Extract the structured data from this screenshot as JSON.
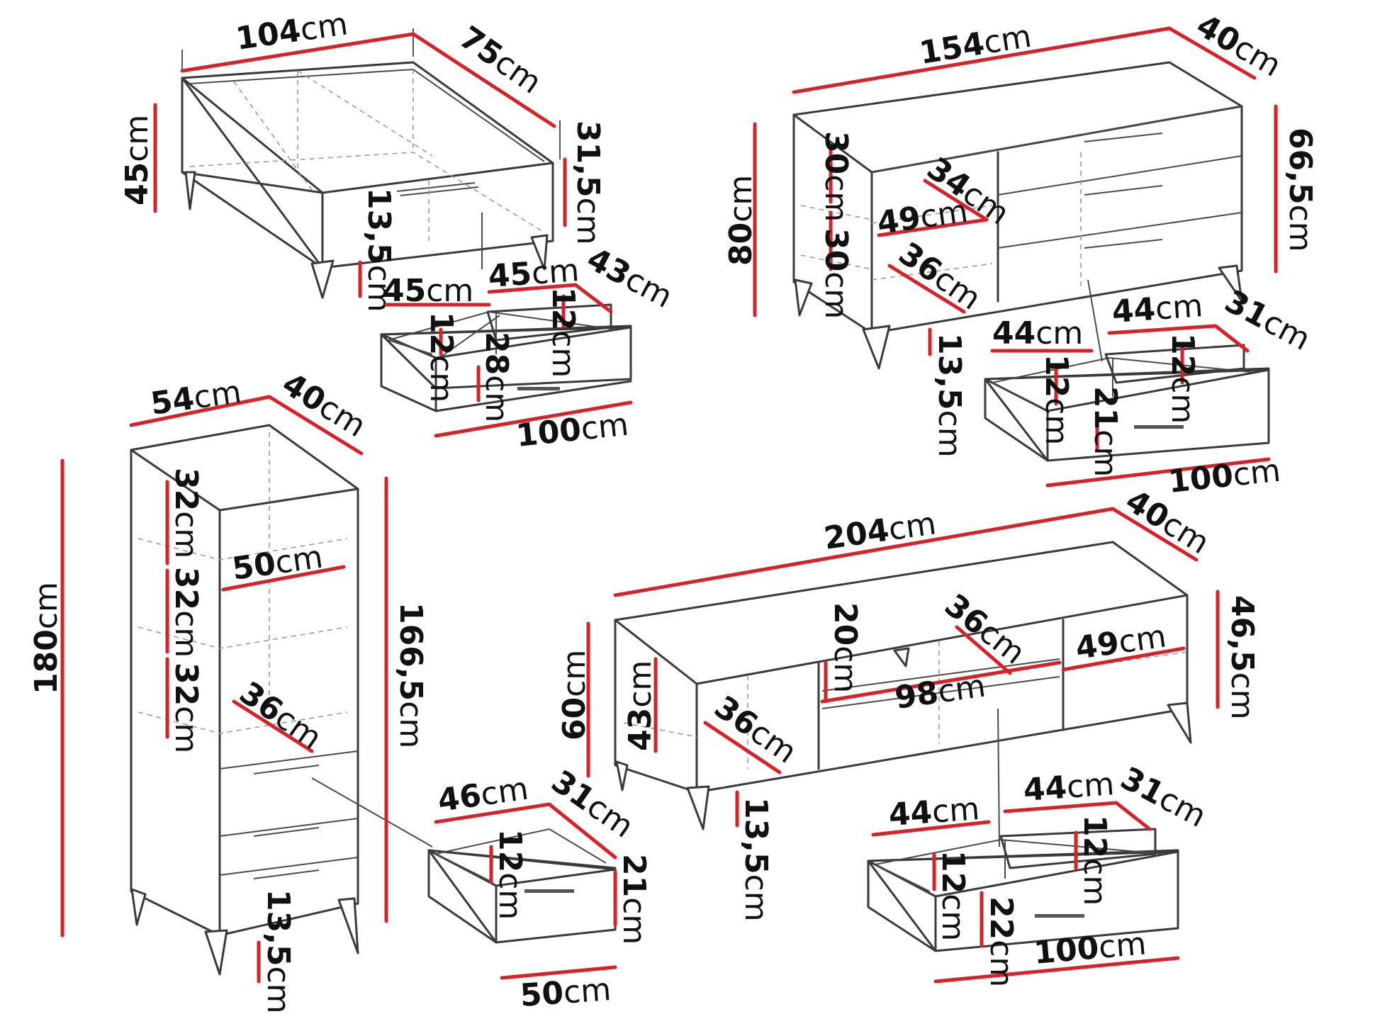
{
  "colors": {
    "dimension_line": "#d6232a",
    "outline": "#3a3a3a",
    "label": "#111111",
    "background": "#ffffff"
  },
  "icons": {
    "handle": "drawer-handle-icon"
  },
  "coffee_table": {
    "width": "104",
    "depth": "75",
    "height": "45",
    "drawer_front_height": "31,5",
    "leg_height": "13,5",
    "drawer": {
      "inner_width_left": "45",
      "inner_width_right": "45",
      "depth": "43",
      "inner_height_left": "12",
      "inner_height_right": "12",
      "front_height": "28",
      "front_width": "100"
    }
  },
  "sideboard": {
    "width": "154",
    "depth": "40",
    "height": "80",
    "body_height": "66,5",
    "leg_height": "13,5",
    "shelf_height_top": "30",
    "shelf_height_bottom": "30",
    "shelf_depth_upper": "34",
    "shelf_width": "49",
    "shelf_depth_lower": "36",
    "drawer": {
      "inner_width_left": "44",
      "inner_width_right": "44",
      "depth": "31",
      "inner_height_left": "12",
      "inner_height_right": "12",
      "front_height": "21",
      "front_width": "100"
    }
  },
  "tall_cabinet": {
    "width": "54",
    "depth": "40",
    "height": "180",
    "body_height": "166,5",
    "leg_height": "13,5",
    "shelf_spacing_1": "32",
    "shelf_spacing_2": "32",
    "shelf_spacing_3": "32",
    "shelf_width": "50",
    "shelf_depth": "36",
    "drawer": {
      "inner_width": "46",
      "depth": "31",
      "inner_height": "12",
      "front_height": "21",
      "front_width": "50"
    }
  },
  "tv_stand": {
    "width": "204",
    "depth": "40",
    "height": "60",
    "body_height": "46,5",
    "leg_height": "13,5",
    "side_compartment_height": "43",
    "center_shelf_height": "20",
    "center_shelf_depth": "36",
    "right_compartment_width": "49",
    "center_width": "98",
    "left_compartment_depth": "36",
    "drawer": {
      "inner_width_left": "44",
      "inner_width_right": "44",
      "depth": "31",
      "inner_height_left": "12",
      "inner_height_right": "12",
      "front_height": "22",
      "front_width": "100"
    }
  },
  "unit": "cm"
}
